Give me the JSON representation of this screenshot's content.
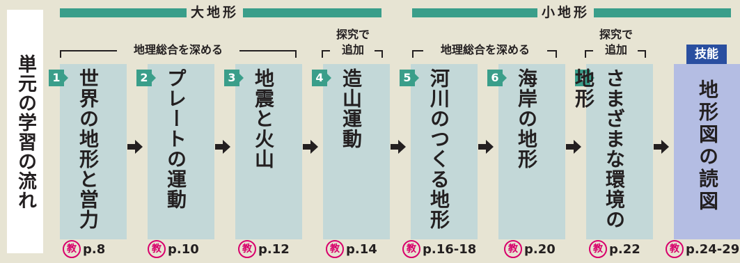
{
  "side_title": "単元の学習の流れ",
  "bands": [
    {
      "label": "大地形"
    },
    {
      "label": "小地形"
    }
  ],
  "brackets": [
    {
      "label": "地理総合を深める"
    },
    {
      "label": "地理総合を深める"
    }
  ],
  "tankyu": [
    {
      "line1": "探究で",
      "line2": "追加"
    },
    {
      "line1": "探究で",
      "line2": "追加"
    }
  ],
  "steps": [
    {
      "number": "1",
      "title": "世界の地形と営力",
      "page_ref": "p.8"
    },
    {
      "number": "2",
      "title": "プレートの運動",
      "page_ref": "p.10"
    },
    {
      "number": "3",
      "title": "地震と火山",
      "page_ref": "p.12"
    },
    {
      "number": "4",
      "title": "造山運動",
      "page_ref": "p.14"
    },
    {
      "number": "5",
      "title": "河川のつくる地形",
      "page_ref": "p.16-18"
    },
    {
      "number": "6",
      "title": "海岸の地形",
      "page_ref": "p.20"
    },
    {
      "number": "7",
      "title": "さまざまな環境の地形",
      "page_ref": "p.22"
    },
    {
      "badge": "技能",
      "title": "地形図の読図",
      "page_ref": "p.24-29"
    }
  ],
  "ref_icon_text": "教",
  "icons": {
    "arrow": "right-arrow-icon",
    "reference": "textbook-ref-icon"
  },
  "colors": {
    "background": "#e7e4d3",
    "band": "#3a9e8a",
    "step_box": "#c3d8d8",
    "skill_box": "#b4bde3",
    "skill_badge": "#2a4fa0",
    "ref_icon": "#d8006b"
  }
}
